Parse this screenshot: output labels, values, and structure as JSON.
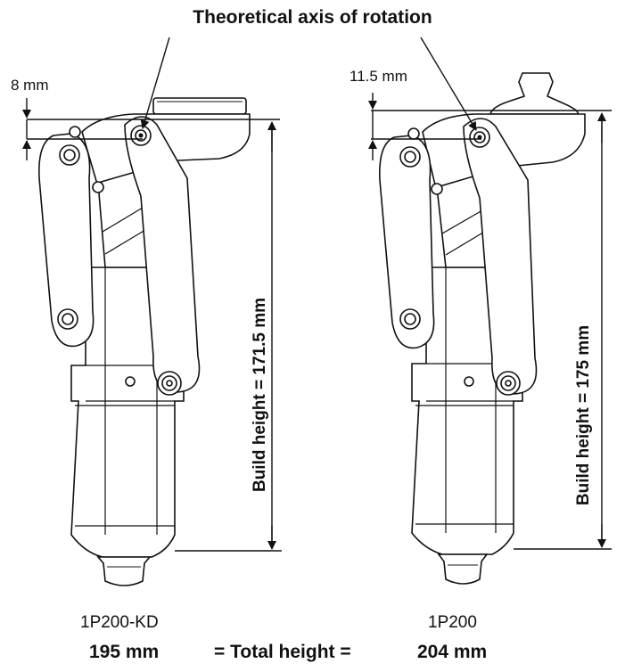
{
  "title": "Theoretical axis of rotation",
  "left": {
    "offset_label": "8 mm",
    "build_height_label": "Build height = 171.5 mm",
    "model_label": "1P200-KD",
    "total_value": "195 mm"
  },
  "right": {
    "offset_label": "11.5 mm",
    "build_height_label": "Build height = 175 mm",
    "model_label": "1P200",
    "total_value": "204 mm"
  },
  "total_label": "= Total height ="
}
